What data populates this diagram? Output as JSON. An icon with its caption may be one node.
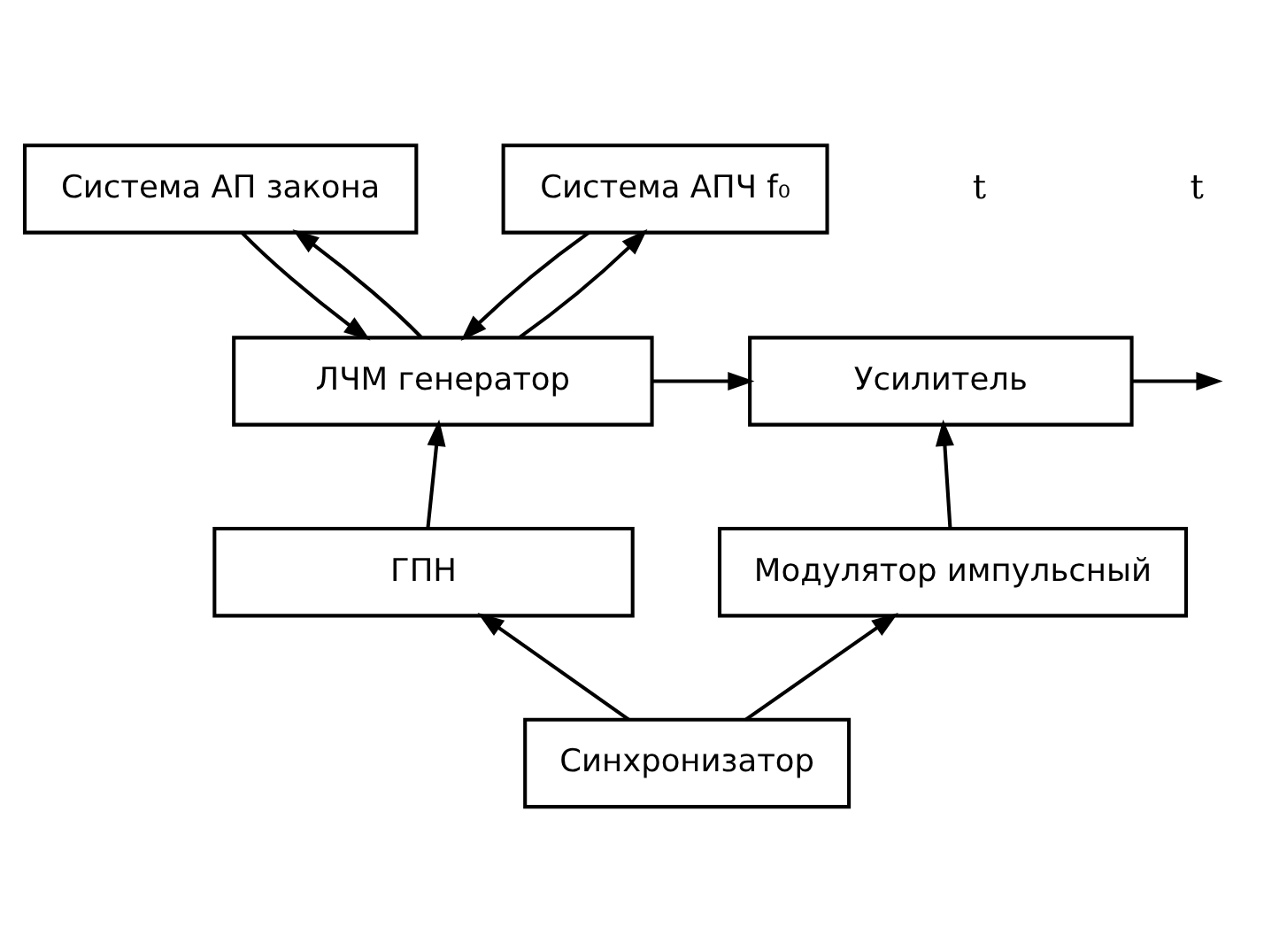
{
  "diagram": {
    "nodes": [
      {
        "text": [
          "Система АП закона"
        ]
      },
      {
        "text": [
          "Система АПЧ f₀"
        ]
      },
      {
        "text": [
          "ЛЧМ генератор"
        ]
      },
      {
        "text": [
          "Усилитель"
        ]
      },
      {
        "text": [
          "ГПН"
        ]
      },
      {
        "text": [
          "Модулятор импульсный"
        ]
      },
      {
        "text": [
          "Синхронизатор"
        ]
      }
    ],
    "edges": [
      {
        "from": 0,
        "to": 2,
        "arrow": "to"
      },
      {
        "from": 1,
        "to": 2,
        "arrow": "to"
      },
      {
        "from": 2,
        "to": 3,
        "arrow": "to"
      },
      {
        "from": 2,
        "to": 0,
        "arrow": "to"
      },
      {
        "from": 2,
        "to": 1,
        "arrow": "to"
      },
      {
        "from": 4,
        "to": 2,
        "arrow": "to"
      },
      {
        "from": 5,
        "to": 3,
        "arrow": "to"
      },
      {
        "from": 6,
        "to": 4,
        "arrow": "to"
      },
      {
        "from": 6,
        "to": 5,
        "arrow": "to"
      },
      {
        "from": 3,
        "to": null,
        "arrow": "to"
      }
    ],
    "labels": [
      "t",
      "t"
    ]
  }
}
